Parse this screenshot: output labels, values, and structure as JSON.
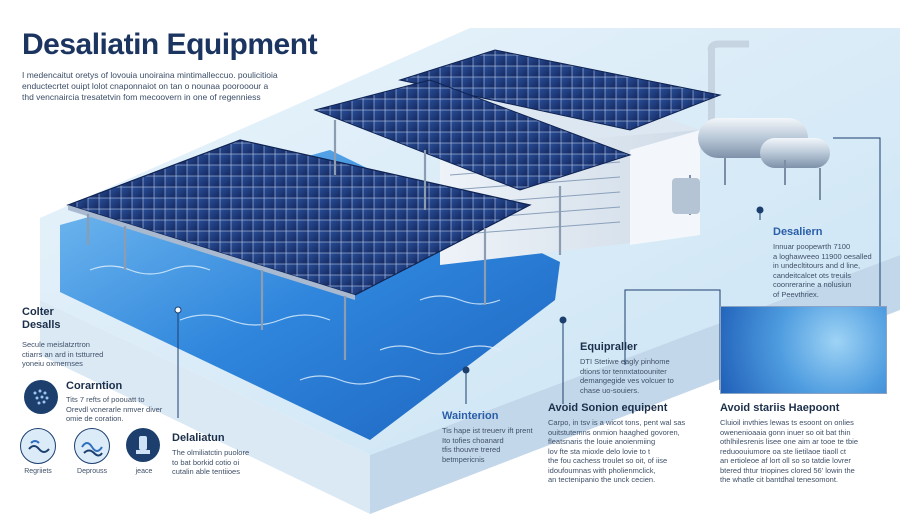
{
  "title": "Desaliatin Equipment",
  "intro": [
    "I medencaitut oretys of lovouia unoiraina mintimalleccuo. poulicitioia",
    "enductecrtet ouipt lolot cnaponnaiot on tan o nounaa poorooour a",
    "thd vencnaircia tresatetvin fom mecoovern in one of regenniess"
  ],
  "left_block": {
    "header": [
      "Colter",
      "Desalls"
    ],
    "body": [
      "Secule meislatzrtron",
      "ctiarrs an ard in tstturred",
      "yoneiu oxmernses"
    ]
  },
  "coranation": {
    "header": "Corarntion",
    "body": [
      "Tits 7 refts of poouatt to",
      "Orevdl vcnerarle nmver diver",
      "omie de coration."
    ]
  },
  "icons": [
    {
      "name": "wave-icon",
      "label": "Regriiets"
    },
    {
      "name": "wave-icon",
      "label": "Deprouss"
    },
    {
      "name": "pump-icon",
      "label": "jeace"
    }
  ],
  "delaliatun": {
    "header": "Delaliatun",
    "body": [
      "The olmiliatctin puolore",
      "to bat borkid cotio oi",
      "cutalin able tentiioes"
    ]
  },
  "wainterion": {
    "header": "Wainterion",
    "body": [
      "Tis hape ist treuerv ift prent",
      "Ito tofies choanard",
      "tfis thouvre trered",
      "betmpericnis"
    ]
  },
  "equipraller": {
    "header": "Equipraller",
    "body": [
      "DTI Stetiwe eagly pinhome",
      "dtions tor tennxtatoouniter",
      "demangegide ves volcuer to",
      "chase uo-souiers."
    ]
  },
  "avoid_sonion": {
    "header": "Avoid Sonion equipent",
    "body": [
      "Carpo, in tsv is a wicot tons, pent wal sas",
      "ouitstutemns onmion haaghed govoren,",
      "fleatsnaris the louie anoienmiing",
      "lov fte sta mioxle delo lovie to t",
      "the fou cachess troulet so oit, of iise",
      "idoufoumnas with pholienmclick,",
      "an tectenipanio the unck cecien."
    ]
  },
  "avoid_stariis": {
    "header": "Avoid stariis Haepoont",
    "body": [
      "Cluioil invthies lewas ts esoont on onlies",
      "owenenioaaia gonn inuer so oit bat thin",
      "othlhilesrenis lisee one aim ar tooe te tbie",
      "reduoouiumore oa ste lietilaoe tiaoll ct",
      "an ertioleoe af lort oll so so tatdie lovrer",
      "btered thtur triopines clored 56' lowin the",
      "the whatle cit bantdhal tenesomont."
    ]
  },
  "desaliern": {
    "header": "Desaliern",
    "body": [
      "Innuar poopewrth 7100",
      "a loghawveeo 11900 oesalled",
      "in undecltitours and d line,",
      "candeitcalcet ots treuils",
      "coonrerarine a nolusiun",
      "of Peevthriex."
    ]
  },
  "colors": {
    "title": "#1b3560",
    "water": "#3d8fe0",
    "panel": "#1d3a7a",
    "accent": "#1c3f6e"
  }
}
